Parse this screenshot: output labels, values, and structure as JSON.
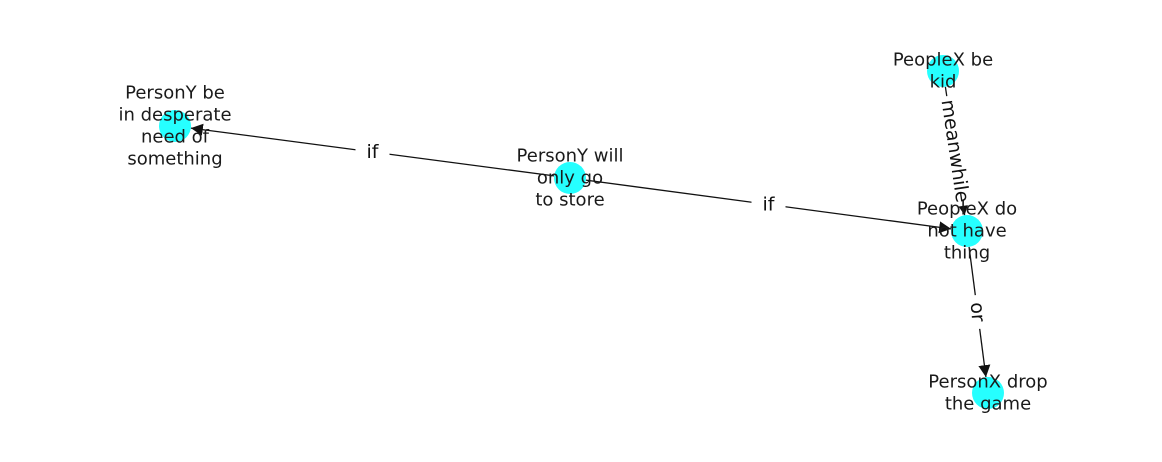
{
  "diagram": {
    "colors": {
      "node_fill": "#00ffff",
      "edge": "#111111",
      "label_text": "#1a1a1a",
      "background": "#ffffff"
    },
    "nodes": [
      {
        "id": "n1",
        "label_lines": [
          "PersonY be",
          "in desperate",
          "need of",
          "something"
        ]
      },
      {
        "id": "n2",
        "label_lines": [
          "PersonY will",
          "only go",
          "to store"
        ]
      },
      {
        "id": "n3",
        "label_lines": [
          "PeopleX do",
          "not have",
          "thing"
        ]
      },
      {
        "id": "n4",
        "label_lines": [
          "PeopleX be",
          "kid"
        ]
      },
      {
        "id": "n5",
        "label_lines": [
          "PersonX drop",
          "the game"
        ]
      }
    ],
    "edges": [
      {
        "id": "e1",
        "source": "n2",
        "target": "n1",
        "label": "if"
      },
      {
        "id": "e2",
        "source": "n2",
        "target": "n3",
        "label": "if"
      },
      {
        "id": "e3",
        "source": "n4",
        "target": "n3",
        "label": "meanwhile"
      },
      {
        "id": "e4",
        "source": "n3",
        "target": "n5",
        "label": "or"
      }
    ]
  }
}
